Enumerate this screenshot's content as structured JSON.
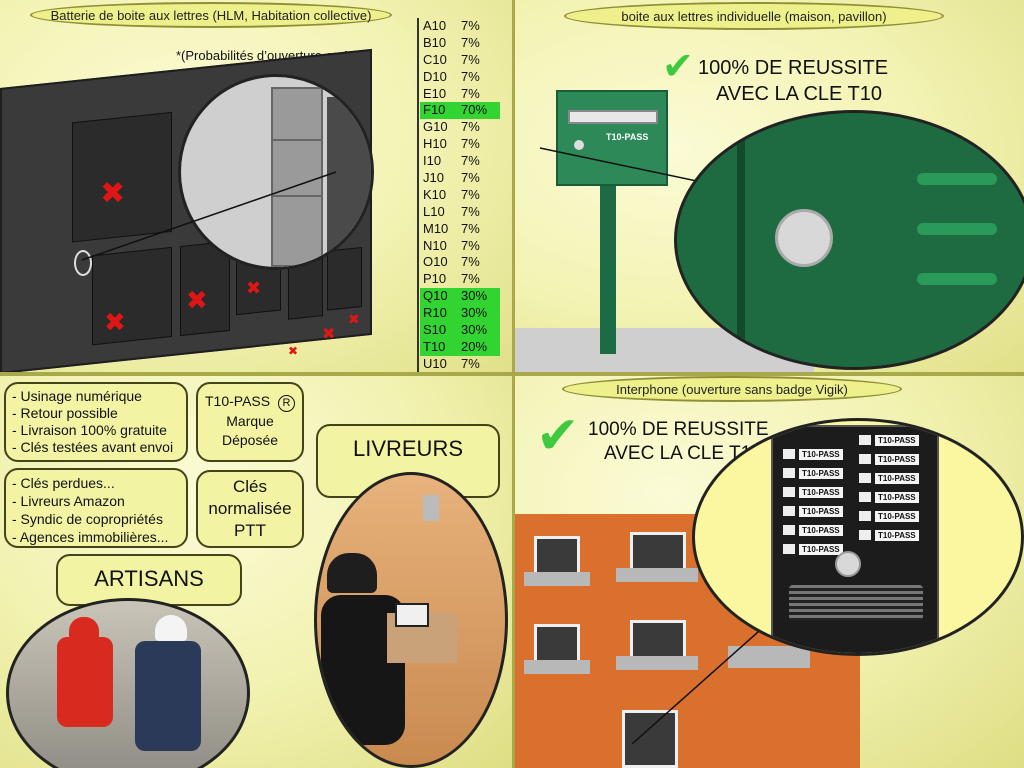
{
  "q1": {
    "title": "Batterie de boite aux lettres (HLM, Habitation collective)",
    "subtitle": "*(Probabilités d’ouverture en %)",
    "probabilities": [
      {
        "key": "A10",
        "val": "7%",
        "hl": false
      },
      {
        "key": "B10",
        "val": "7%",
        "hl": false
      },
      {
        "key": "C10",
        "val": "7%",
        "hl": false
      },
      {
        "key": "D10",
        "val": "7%",
        "hl": false
      },
      {
        "key": "E10",
        "val": "7%",
        "hl": false
      },
      {
        "key": "F10",
        "val": "70%",
        "hl": true
      },
      {
        "key": "G10",
        "val": "7%",
        "hl": false
      },
      {
        "key": "H10",
        "val": "7%",
        "hl": false
      },
      {
        "key": "I10",
        "val": "7%",
        "hl": false
      },
      {
        "key": "J10",
        "val": "7%",
        "hl": false
      },
      {
        "key": "K10",
        "val": "7%",
        "hl": false
      },
      {
        "key": "L10",
        "val": "7%",
        "hl": false
      },
      {
        "key": "M10",
        "val": "7%",
        "hl": false
      },
      {
        "key": "N10",
        "val": "7%",
        "hl": false
      },
      {
        "key": "O10",
        "val": "7%",
        "hl": false
      },
      {
        "key": "P10",
        "val": "7%",
        "hl": false
      },
      {
        "key": "Q10",
        "val": "30%",
        "hl": true
      },
      {
        "key": "R10",
        "val": "30%",
        "hl": true
      },
      {
        "key": "S10",
        "val": "30%",
        "hl": true
      },
      {
        "key": "T10",
        "val": "20%",
        "hl": true
      },
      {
        "key": "U10",
        "val": "7%",
        "hl": false
      }
    ],
    "highlight_color": "#31d431",
    "x_mark_color": "#e01616"
  },
  "q2": {
    "title": "boite aux lettres individuelle (maison, pavillon)",
    "success_line1": "100% DE REUSSITE",
    "success_line2": "AVEC LA CLE T10",
    "mailbox_label": "T10-PASS",
    "check_icon": "check-icon"
  },
  "q3": {
    "features": [
      "- Usinage numérique",
      "-  Retour possible",
      "-  Livraison 100% gratuite",
      "- Clés testées avant envoi"
    ],
    "brand_line1": "T10-PASS",
    "brand_symbol": "R",
    "brand_line2": "Marque",
    "brand_line3": "Déposée",
    "uses": [
      "- Clés perdues...",
      "- Livreurs Amazon",
      "- Syndic de copropriétés",
      "- Agences immobilières..."
    ],
    "ptt_line1": "Clés",
    "ptt_line2": "normalisée",
    "ptt_line3": "PTT",
    "livreurs": "LIVREURS",
    "artisans": "ARTISANS"
  },
  "q4": {
    "title": "Interphone (ouverture sans badge Vigik)",
    "success_line1": "100% DE REUSSITE",
    "success_line2": "AVEC LA CLE T10",
    "panel_label": "T10-PASS",
    "building_color": "#d9702e"
  }
}
